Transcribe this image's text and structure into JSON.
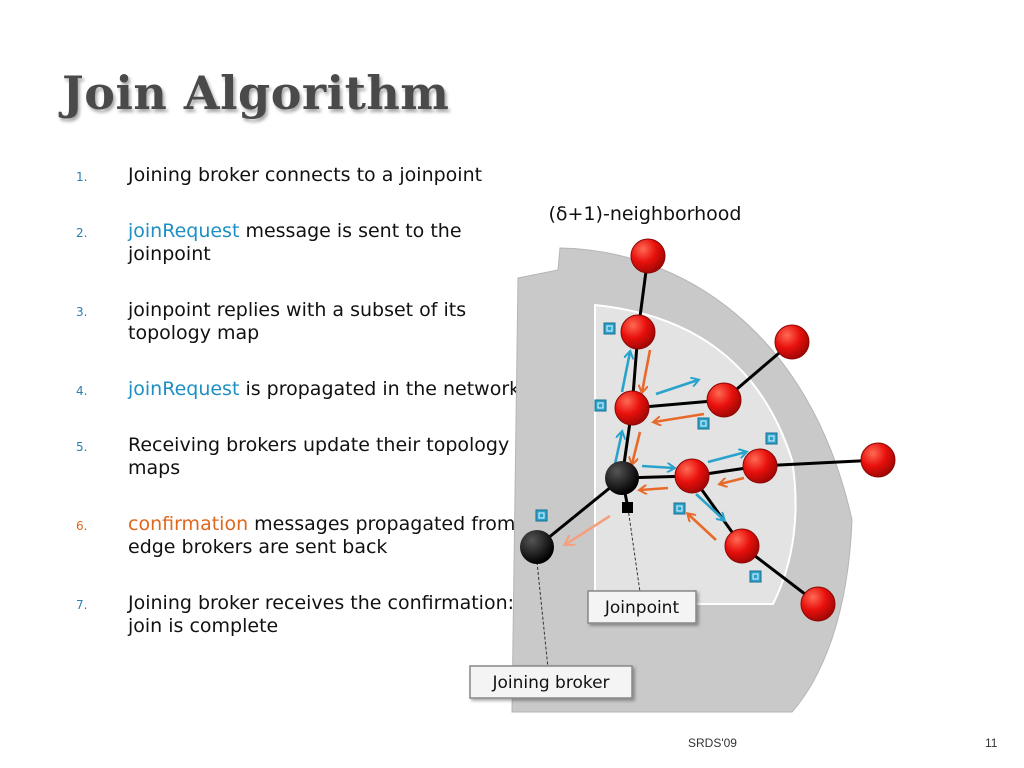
{
  "slide": {
    "title": "Join Algorithm",
    "steps": [
      {
        "number": "1.",
        "parts": [
          {
            "text": "Joining broker connects to a joinpoint",
            "style": "normal"
          }
        ]
      },
      {
        "number": "2.",
        "parts": [
          {
            "text": "joinRequest",
            "style": "kw-blue"
          },
          {
            "text": " message is sent to the joinpoint",
            "style": "normal"
          }
        ]
      },
      {
        "number": "3.",
        "parts": [
          {
            "text": "joinpoint replies with a subset of its topology map",
            "style": "normal"
          }
        ]
      },
      {
        "number": "4.",
        "parts": [
          {
            "text": "joinRequest",
            "style": "kw-blue"
          },
          {
            "text": " is propagated in the network",
            "style": "normal"
          }
        ]
      },
      {
        "number": "5.",
        "parts": [
          {
            "text": "Receiving brokers update their topology maps",
            "style": "normal"
          }
        ]
      },
      {
        "number": "6.",
        "parts": [
          {
            "text": "confirmation",
            "style": "kw-orange"
          },
          {
            "text": " messages propagated from edge brokers are sent back",
            "style": "normal"
          }
        ]
      },
      {
        "number": "7.",
        "parts": [
          {
            "text": "Joining broker receives the confirmation: join is complete",
            "style": "normal"
          }
        ]
      }
    ]
  },
  "diagram": {
    "neighborhood_label": "(δ+1)-neighborhood",
    "joinpoint_label": "Joinpoint",
    "joining_broker_label": "Joining broker",
    "colors": {
      "broker_red": "#e8100c",
      "joinpoint_black": "#000000",
      "request_arrow": "#2aa3cc",
      "confirm_arrow": "#e86a2a",
      "outer_region": "#c8c8c8",
      "inner_region": "#e2e2e2"
    }
  },
  "footer": {
    "conference": "SRDS'09",
    "page": "11"
  }
}
